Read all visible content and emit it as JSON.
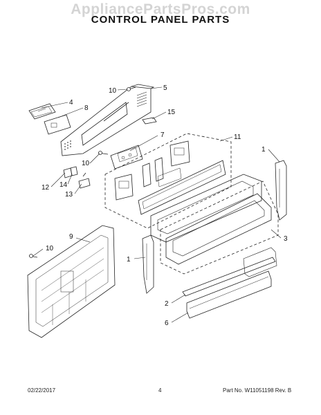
{
  "watermark": "AppliancePartsPros.com",
  "title": "CONTROL PANEL PARTS",
  "callouts": {
    "c1a": "1",
    "c1b": "1",
    "c2": "2",
    "c3": "3",
    "c4": "4",
    "c5": "5",
    "c6": "6",
    "c7": "7",
    "c8": "8",
    "c9": "9",
    "c10a": "10",
    "c10b": "10",
    "c10c": "10",
    "c11": "11",
    "c12": "12",
    "c13": "13",
    "c14": "14",
    "c15": "15"
  },
  "footer": {
    "date": "02/22/2017",
    "page": "4",
    "part_rev": "Part No.  W11051198  Rev. B"
  }
}
